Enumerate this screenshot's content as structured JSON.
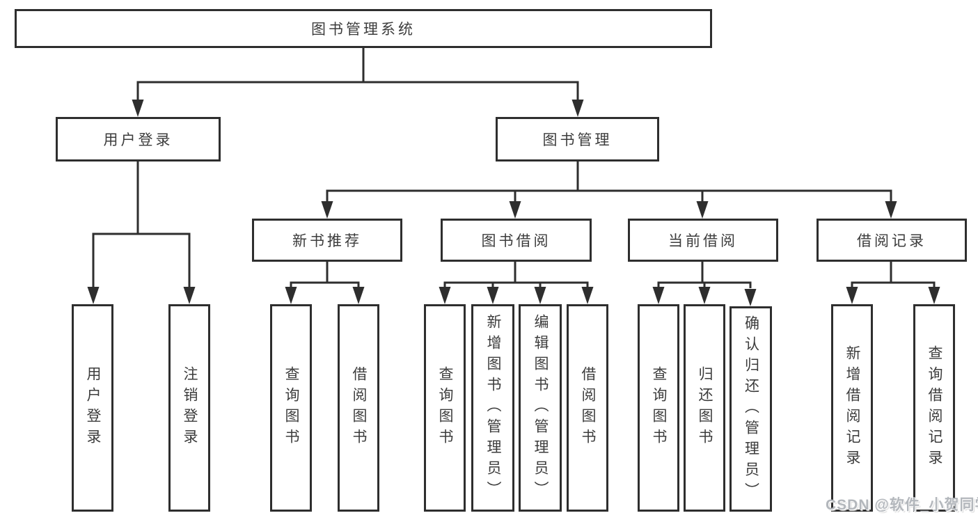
{
  "nodes": {
    "root": "图书管理系统",
    "user_login": "用户登录",
    "book_mgmt": "图书管理",
    "new_books": "新书推荐",
    "book_borrow": "图书借阅",
    "current_borrow": "当前借阅",
    "borrow_records": "借阅记录"
  },
  "leaves": {
    "user_login": [
      "用户登录",
      "注销登录"
    ],
    "new_books": [
      "查询图书",
      "借阅图书"
    ],
    "book_borrow": [
      "查询图书",
      "新增图书（管理员）",
      "编辑图书（管理员）",
      "借阅图书"
    ],
    "current_borrow": [
      "查询图书",
      "归还图书",
      "确认归还（管理员）"
    ],
    "borrow_records": [
      "新增借阅记录",
      "查询借阅记录"
    ]
  },
  "watermark": "CSDN @软件_小贺同学",
  "colors": {
    "line": "#2e2e2e",
    "box_border": "#2e2e2e",
    "text": "#3c3c3c",
    "watermark": "#b3b7bc",
    "background": "#ffffff"
  }
}
